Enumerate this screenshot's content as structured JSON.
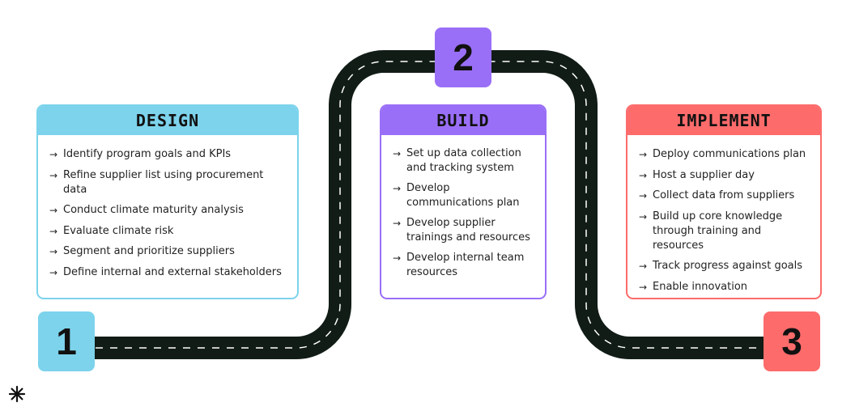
{
  "colors": {
    "design": "#7dd3ec",
    "build": "#9a6ff7",
    "implement": "#fd6b6b",
    "road": "#111c16",
    "road_dash": "#ffffff"
  },
  "stages": [
    {
      "number": "1",
      "title": "DESIGN",
      "items": [
        "Identify program goals and KPIs",
        "Refine supplier list using procurement data",
        "Conduct climate maturity analysis",
        "Evaluate climate risk",
        "Segment and prioritize suppliers",
        "Define internal and external stakeholders"
      ]
    },
    {
      "number": "2",
      "title": "BUILD",
      "items": [
        "Set up data collection and tracking system",
        "Develop communications plan",
        "Develop supplier trainings and resources",
        "Develop internal team resources"
      ]
    },
    {
      "number": "3",
      "title": "IMPLEMENT",
      "items": [
        "Deploy communications plan",
        "Host a supplier day",
        "Collect data from suppliers",
        "Build up core knowledge through training and resources",
        "Track progress against goals",
        "Enable innovation"
      ]
    }
  ],
  "arrow_glyph": "→",
  "logo_icon": "asterisk-logo-icon"
}
